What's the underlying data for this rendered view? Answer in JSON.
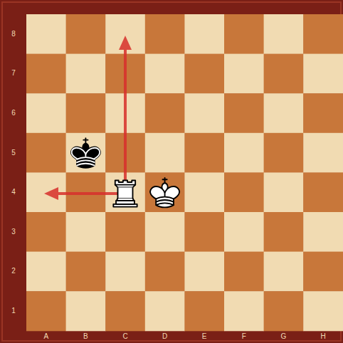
{
  "diagram": {
    "labels": [
      "8",
      "7",
      "6",
      "5",
      "4",
      "3",
      "2",
      "1",
      "A",
      "B",
      "C",
      "D",
      "E",
      "F",
      "G",
      "H"
    ]
  }
}
